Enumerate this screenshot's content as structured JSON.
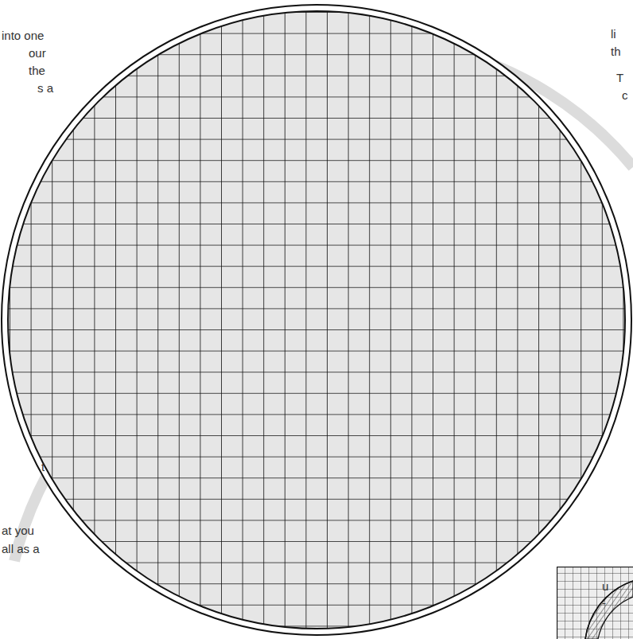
{
  "diagram": {
    "labels": [
      "into one",
      "our",
      "the",
      "s a",
      "li",
      "th",
      "T",
      "c",
      "t",
      "at you",
      "all as a",
      "u",
      "-"
    ]
  }
}
